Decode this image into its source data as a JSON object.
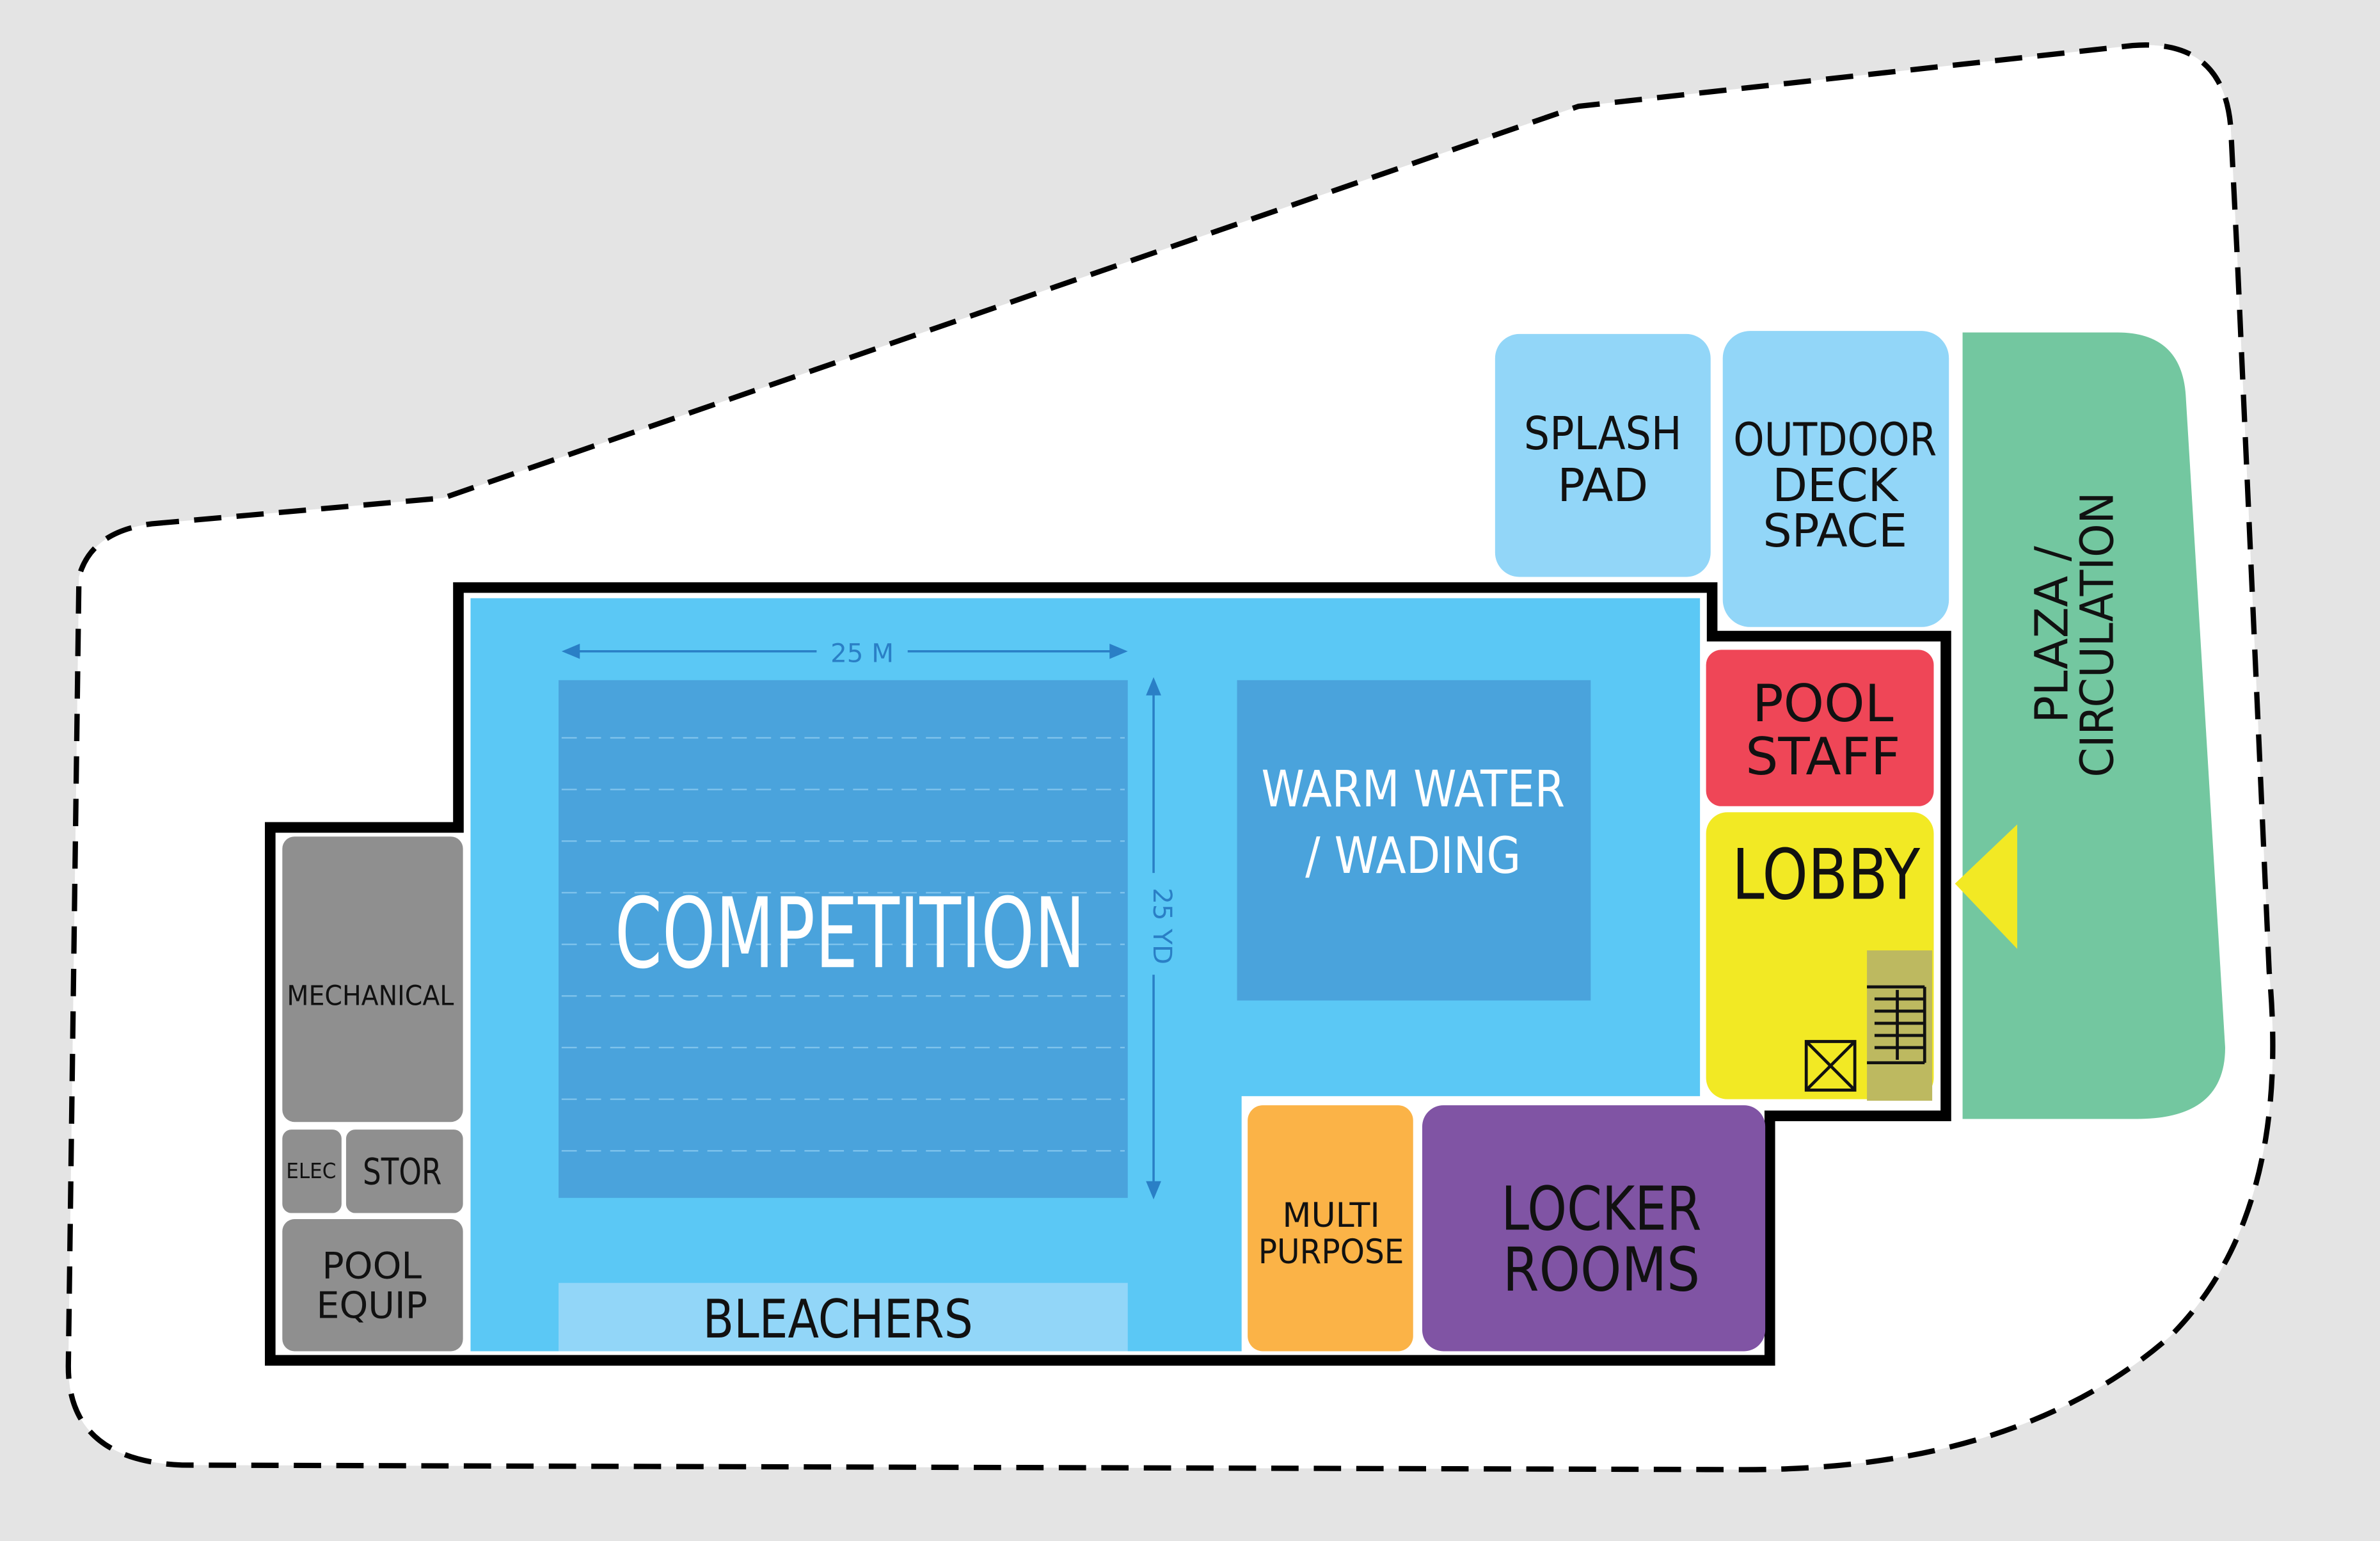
{
  "colors": {
    "background": "#e4e4e4",
    "site": "#ffffff",
    "building_outline": "#000000",
    "natatorium": "#5bc8f5",
    "competition_pool": "#4aa3dc",
    "warm_pool": "#4aa3dc",
    "lane_lines": "#7fc3ec",
    "bleachers": "#92d6f8",
    "dimension_lines": "#2a7fc6",
    "splash_pad": "#92d6f8",
    "outdoor_deck": "#92d6f8",
    "plaza": "#73c7a0",
    "pool_staff": "#ef4657",
    "lobby": "#f2e924",
    "stair": "#bdb960",
    "multi_purpose": "#fbb347",
    "locker_rooms": "#8054a4",
    "service": "#8f8f8f",
    "entrance_marker": "#f2e924"
  },
  "labels": {
    "competition": "COMPETITION",
    "dim_width": "25 M",
    "dim_length": "25 YD",
    "warm_water_line1": "WARM WATER",
    "warm_water_line2": "/ WADING",
    "bleachers": "BLEACHERS",
    "mechanical": "MECHANICAL",
    "elec": "ELEC",
    "stor": "STOR",
    "pool_equip_line1": "POOL",
    "pool_equip_line2": "EQUIP",
    "splash_pad_line1": "SPLASH",
    "splash_pad_line2": "PAD",
    "outdoor_deck_line1": "OUTDOOR",
    "outdoor_deck_line2": "DECK",
    "outdoor_deck_line3": "SPACE",
    "plaza_line1": "PLAZA /",
    "plaza_line2": "CIRCULATION",
    "pool_staff_line1": "POOL",
    "pool_staff_line2": "STAFF",
    "lobby": "LOBBY",
    "multi_purpose_line1": "MULTI",
    "multi_purpose_line2": "PURPOSE",
    "locker_rooms_line1": "LOCKER",
    "locker_rooms_line2": "ROOMS"
  },
  "icons": {
    "entrance": "entrance-arrow-icon",
    "elevator": "elevator-icon",
    "stair": "stair-icon"
  }
}
